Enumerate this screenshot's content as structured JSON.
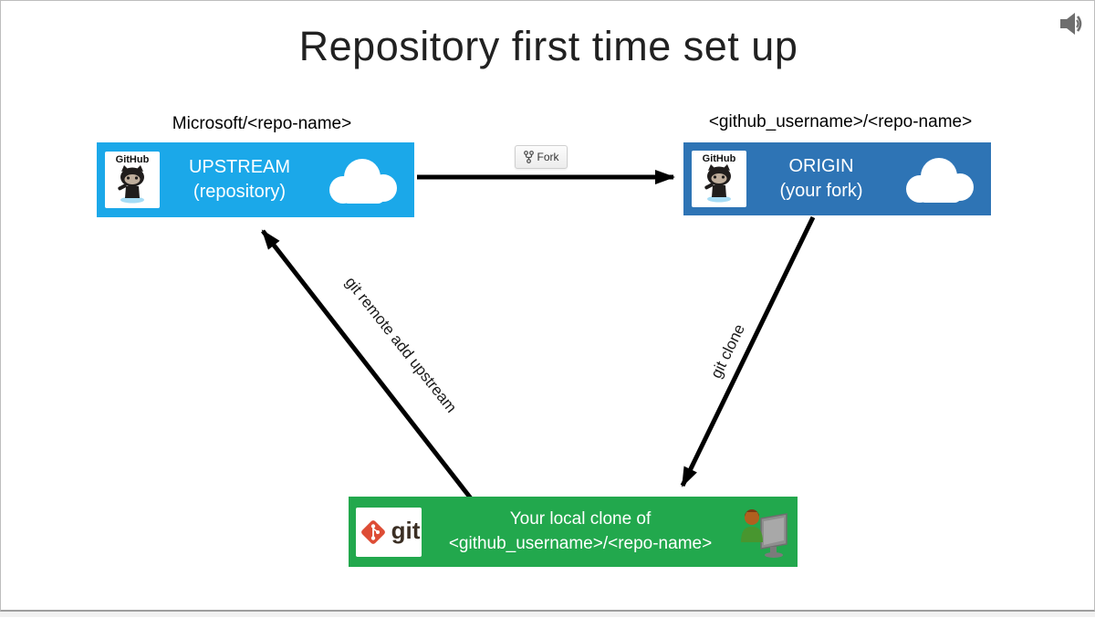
{
  "slide": {
    "title": "Repository first time set up"
  },
  "boxes": {
    "upstream": {
      "label_above": "Microsoft/<repo-name>",
      "line1": "UPSTREAM",
      "line2": "(repository)",
      "color": "#1ba8e9"
    },
    "origin": {
      "label_above": "<github_username>/<repo-name>",
      "line1": "ORIGIN",
      "line2": "(your fork)",
      "color": "#2e74b5"
    },
    "local": {
      "line1": "Your local clone of",
      "line2": "<github_username>/<repo-name>",
      "color": "#22a84d"
    }
  },
  "logos": {
    "github": "GitHub",
    "git": "git"
  },
  "arrows": {
    "fork_label": "Fork",
    "clone_label": "git clone",
    "upstream_label": "git remote add upstream"
  },
  "icons": {
    "speaker_color": "#6e6e6e",
    "arrow_color": "#000000",
    "git_logo_color": "#dd4c35"
  }
}
